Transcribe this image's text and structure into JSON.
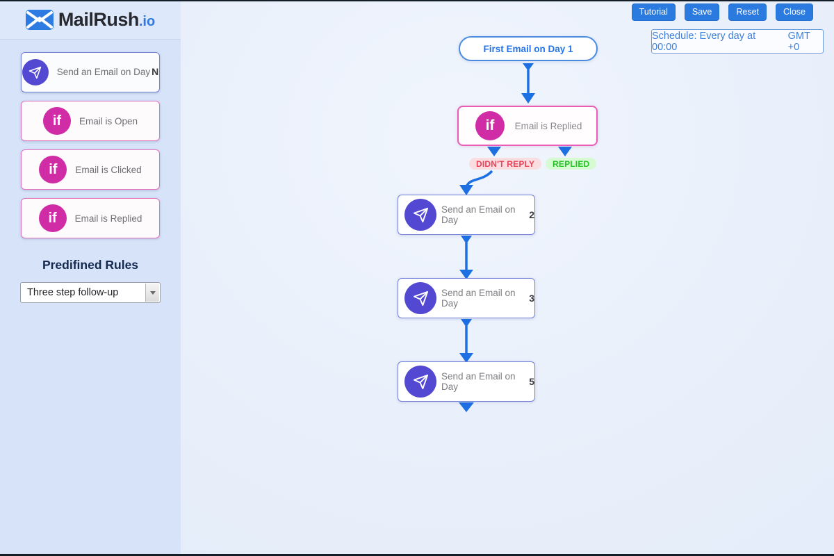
{
  "logo": {
    "brand": "MailRush",
    "tld": ".io"
  },
  "toolbar": {
    "buttons": [
      {
        "label": "Tutorial"
      },
      {
        "label": "Save"
      },
      {
        "label": "Reset"
      },
      {
        "label": "Close"
      }
    ]
  },
  "schedule": {
    "text": "Schedule: Every day at 00:00",
    "timezone": "GMT +0"
  },
  "icons": {
    "if_label": "if"
  },
  "sidebar": {
    "palette": [
      {
        "type": "send",
        "label": "Send an Email on Day",
        "suffix": "N"
      },
      {
        "type": "if",
        "label": "Email is Open"
      },
      {
        "type": "if",
        "label": "Email is Clicked"
      },
      {
        "type": "if",
        "label": "Email is Replied"
      }
    ],
    "rules_heading": "Predifined Rules",
    "rules_selected": "Three step follow-up"
  },
  "flow": {
    "start_label": "First Email on Day 1",
    "condition": {
      "label": "Email is Replied"
    },
    "branches": [
      {
        "label": "DIDN'T REPLY",
        "color": "#e84359"
      },
      {
        "label": "REPLIED",
        "color": "#22c322"
      }
    ],
    "steps": [
      {
        "label": "Send an Email on Day",
        "day": "2"
      },
      {
        "label": "Send an Email on Day",
        "day": "3"
      },
      {
        "label": "Send an Email on Day",
        "day": "5"
      }
    ]
  },
  "colors": {
    "accent_blue": "#2b7ae0",
    "arrow_blue": "#1c70e2",
    "send_purple": "#5348d2",
    "if_magenta": "#d02ca6",
    "condition_border": "#ea5cb8",
    "send_border": "#7080d8",
    "sidebar_bg": "#d6e3f8"
  }
}
